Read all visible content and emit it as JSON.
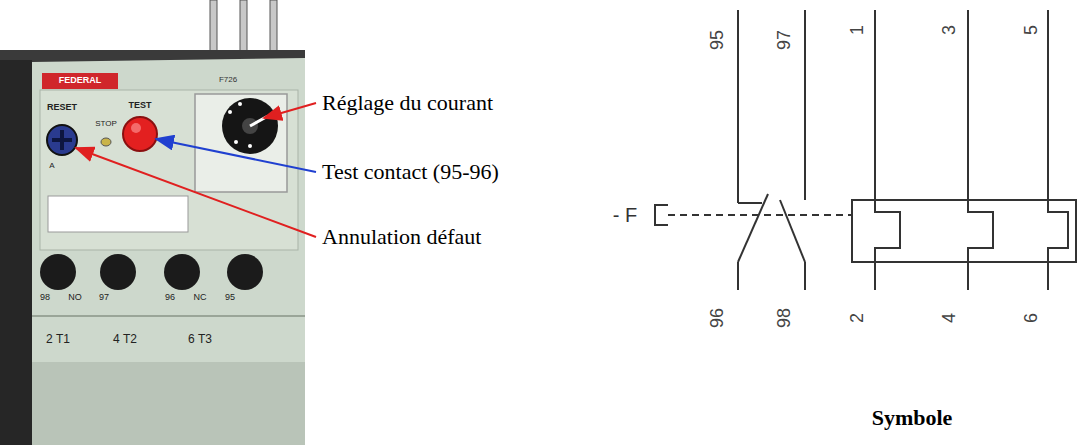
{
  "diagram": {
    "labels": [
      "Réglage du courant",
      "Test contact (95-96)",
      "Annulation défaut",
      "Symbole",
      "95",
      "97",
      "1",
      "3",
      "5",
      "96",
      "98",
      "2",
      "4",
      "6",
      "- F",
      "FEDERAL",
      "F726",
      "RESET",
      "TEST",
      "STOP",
      "A",
      "98",
      "NO",
      "97",
      "96",
      "NC",
      "95",
      "2 T1",
      "4 T2",
      "6 T3"
    ]
  }
}
